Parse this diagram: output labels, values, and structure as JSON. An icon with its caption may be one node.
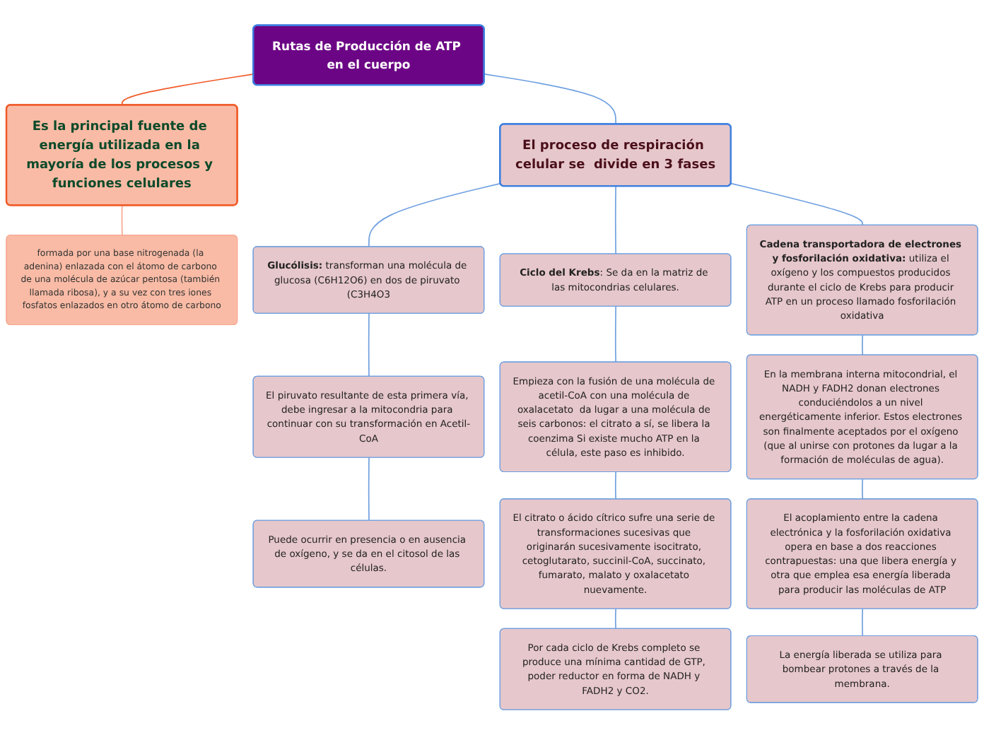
{
  "diagram": {
    "nodes": [
      {
        "text": [
          "Rutas de Producción de ATP en el cuerpo"
        ]
      },
      {
        "text": [
          "Es la principal fuente de energía utilizada en la mayoría de los procesos y funciones celulares"
        ]
      },
      {
        "text": [
          "formada por una base nitrogenada (la adenina) enlazada con el átomo de carbono de una molécula de azúcar pentosa (también llamada ribosa), y a su vez con tres iones fosfatos enlazados en otro átomo de carbono"
        ]
      },
      {
        "text": [
          "El proceso de respiración celular se  divide en 3 fases"
        ]
      },
      {
        "text": [
          "**Glucólisis:** transforman una molécula de glucosa (C6H12O6) en dos de piruvato (C3H4O3"
        ]
      },
      {
        "text": [
          "El piruvato resultante de esta primera vía, debe ingresar a la mitocondria para continuar con su transformación en Acetil-CoA"
        ]
      },
      {
        "text": [
          "Puede ocurrir en presencia o en ausencia de oxígeno, y se da en el citosol de las células."
        ]
      },
      {
        "text": [
          "**Ciclo del Krebs**: Se da en la matriz de las mitocondrias celulares."
        ]
      },
      {
        "text": [
          "Empieza con la fusión de una molécula de acetil-CoA con una molécula de oxalacetato  da lugar a una molécula de seis carbonos: el citrato a sí, se libera la coenzima Si existe mucho ATP en la célula, este paso es inhibido."
        ]
      },
      {
        "text": [
          "El citrato o ácido cítrico sufre una serie de transformaciones sucesivas que originarán sucesivamente isocitrato, cetoglutarato, succinil-CoA, succinato, fumarato, malato y oxalacetato nuevamente."
        ]
      },
      {
        "text": [
          "Por cada ciclo de Krebs completo se produce una mínima cantidad de GTP, poder reductor en forma de NADH y FADH2 y CO2."
        ]
      },
      {
        "text": [
          "**Cadena transportadora de electrones y fosforilación oxidativa:** utiliza el oxígeno y los compuestos producidos durante el ciclo de Krebs para producir ATP en un proceso llamado fosforilación oxidativa"
        ]
      },
      {
        "text": [
          "En la membrana interna mitocondrial, el NADH y FADH2 donan electrones conduciéndolos a un nivel energéticamente inferior. Estos electrones son finalmente aceptados por el oxígeno (que al unirse con protones da lugar a la formación de moléculas de agua)."
        ]
      },
      {
        "text": [
          "El acoplamiento entre la cadena electrónica y la fosforilación oxidativa opera en base a dos reacciones contrapuestas: una que libera energía y otra que emplea esa energía liberada para producir las moléculas de ATP"
        ]
      },
      {
        "text": [
          "La energía liberada se utiliza para bombear protones a través de la membrana."
        ]
      }
    ],
    "edges": [
      {
        "from": 0,
        "to": 1,
        "arrow": "none",
        "color": "#f05a28"
      },
      {
        "from": 0,
        "to": 3,
        "arrow": "none"
      },
      {
        "from": 1,
        "to": 2,
        "arrow": "none",
        "color": "#f7a88f"
      },
      {
        "from": 3,
        "to": 4,
        "arrow": "none"
      },
      {
        "from": 3,
        "to": 7,
        "arrow": "none"
      },
      {
        "from": 3,
        "to": 11,
        "arrow": "none"
      },
      {
        "from": 4,
        "to": 5,
        "arrow": "none"
      },
      {
        "from": 5,
        "to": 6,
        "arrow": "none"
      },
      {
        "from": 7,
        "to": 8,
        "arrow": "none"
      },
      {
        "from": 8,
        "to": 9,
        "arrow": "none"
      },
      {
        "from": 9,
        "to": 10,
        "arrow": "none"
      },
      {
        "from": 11,
        "to": 12,
        "arrow": "none"
      },
      {
        "from": 12,
        "to": 13,
        "arrow": "none"
      },
      {
        "from": 13,
        "to": 14,
        "arrow": "none"
      }
    ]
  }
}
